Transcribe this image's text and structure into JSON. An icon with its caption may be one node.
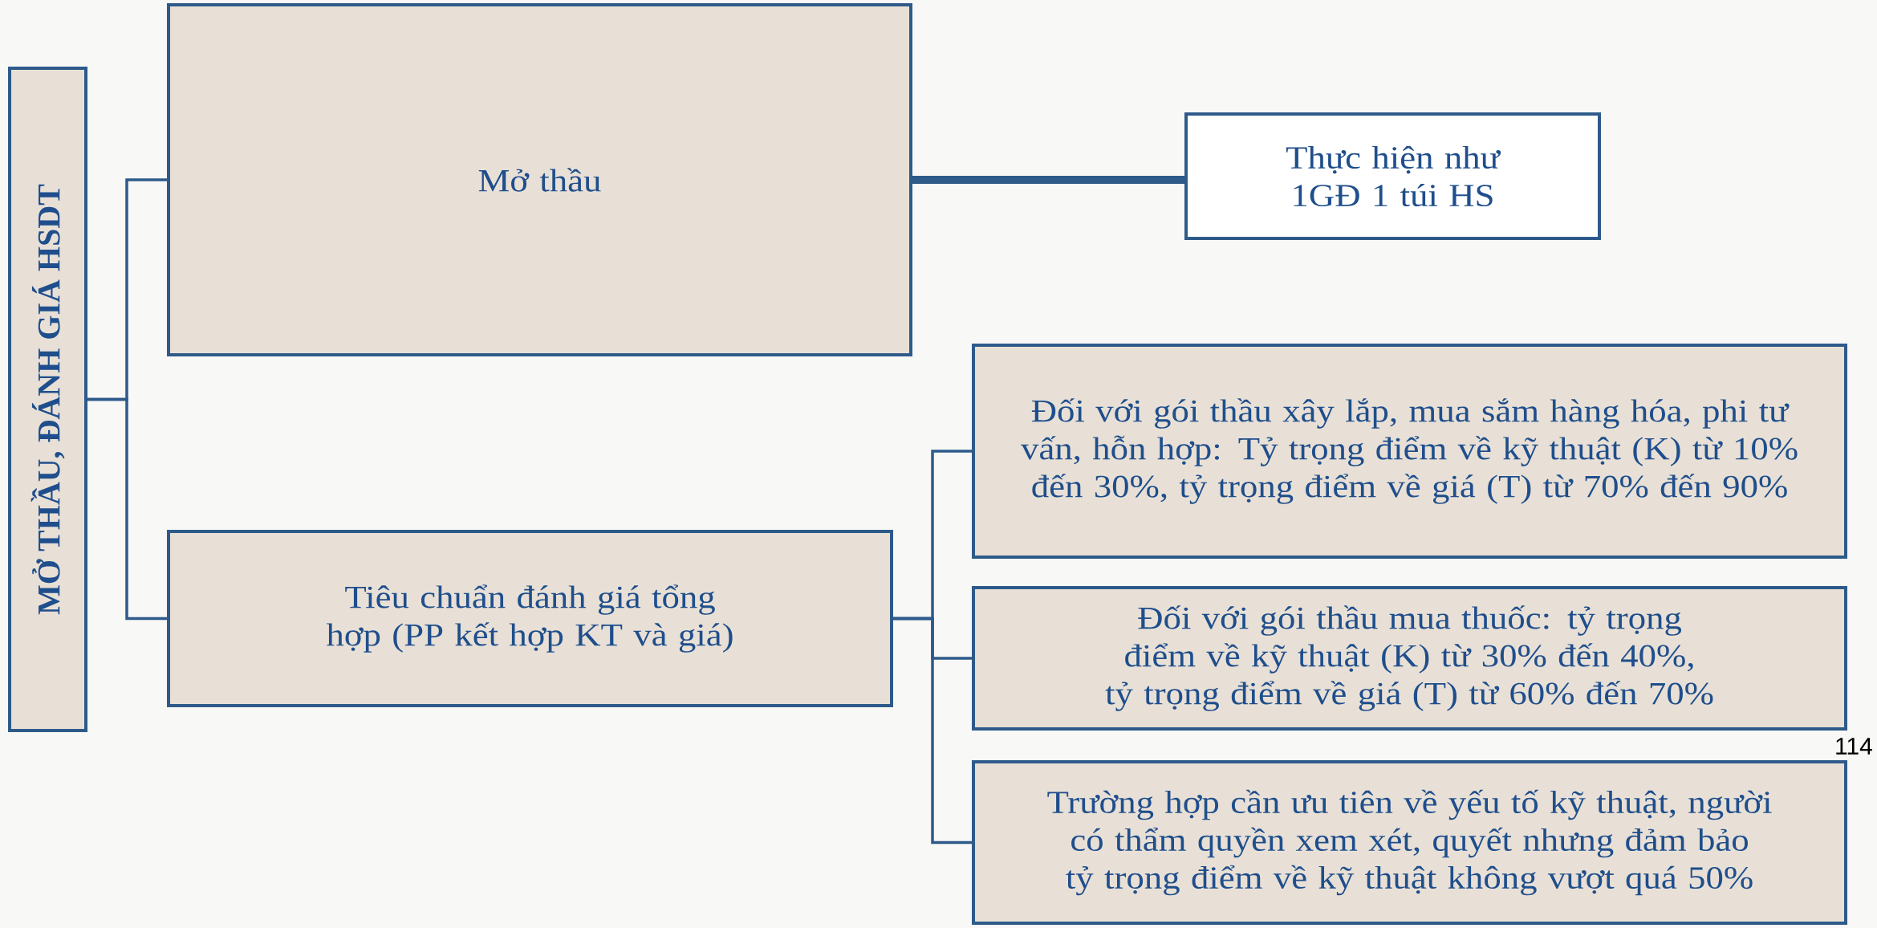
{
  "diagram": {
    "nodes": [
      {
        "text": [
          "MỞ THẦU, ĐÁNH GIÁ HSDT"
        ]
      },
      {
        "text": [
          "Mở thầu"
        ]
      },
      {
        "text": [
          "Thực hiện như 1GĐ 1 túi HS"
        ]
      },
      {
        "text": [
          "Tiêu chuẩn đánh giá tổng hợp (PP kết hợp KT và giá)"
        ]
      },
      {
        "text": [
          "Đối với gói thầu xây lắp, mua sắm hàng hóa, phi tư vấn, hỗn hợp: Tỷ trọng điểm về kỹ thuật (K) từ 10% đến 30%, tỷ trọng điểm về giá (T) từ 70% đến 90%"
        ]
      },
      {
        "text": [
          "Đối với gói thầu mua thuốc: tỷ trọng điểm về kỹ thuật (K) từ 30% đến 40%, tỷ trọng điểm về giá (T) từ 60% đến 70%"
        ]
      },
      {
        "text": [
          "Trường hợp cần ưu tiên về yếu tố kỹ thuật, người có thẩm quyền xem xét, quyết nhưng đảm bảo tỷ trọng điểm về kỹ thuật không vượt quá 50%"
        ]
      }
    ],
    "edges": [
      {
        "from": 0,
        "to": 1,
        "arrow": "none"
      },
      {
        "from": 0,
        "to": 3,
        "arrow": "none"
      },
      {
        "from": 1,
        "to": 2,
        "arrow": "none",
        "style": "thick"
      },
      {
        "from": 3,
        "to": 4,
        "arrow": "none"
      },
      {
        "from": 3,
        "to": 5,
        "arrow": "none"
      },
      {
        "from": 3,
        "to": 6,
        "arrow": "none"
      }
    ],
    "labels": [
      "114"
    ]
  }
}
